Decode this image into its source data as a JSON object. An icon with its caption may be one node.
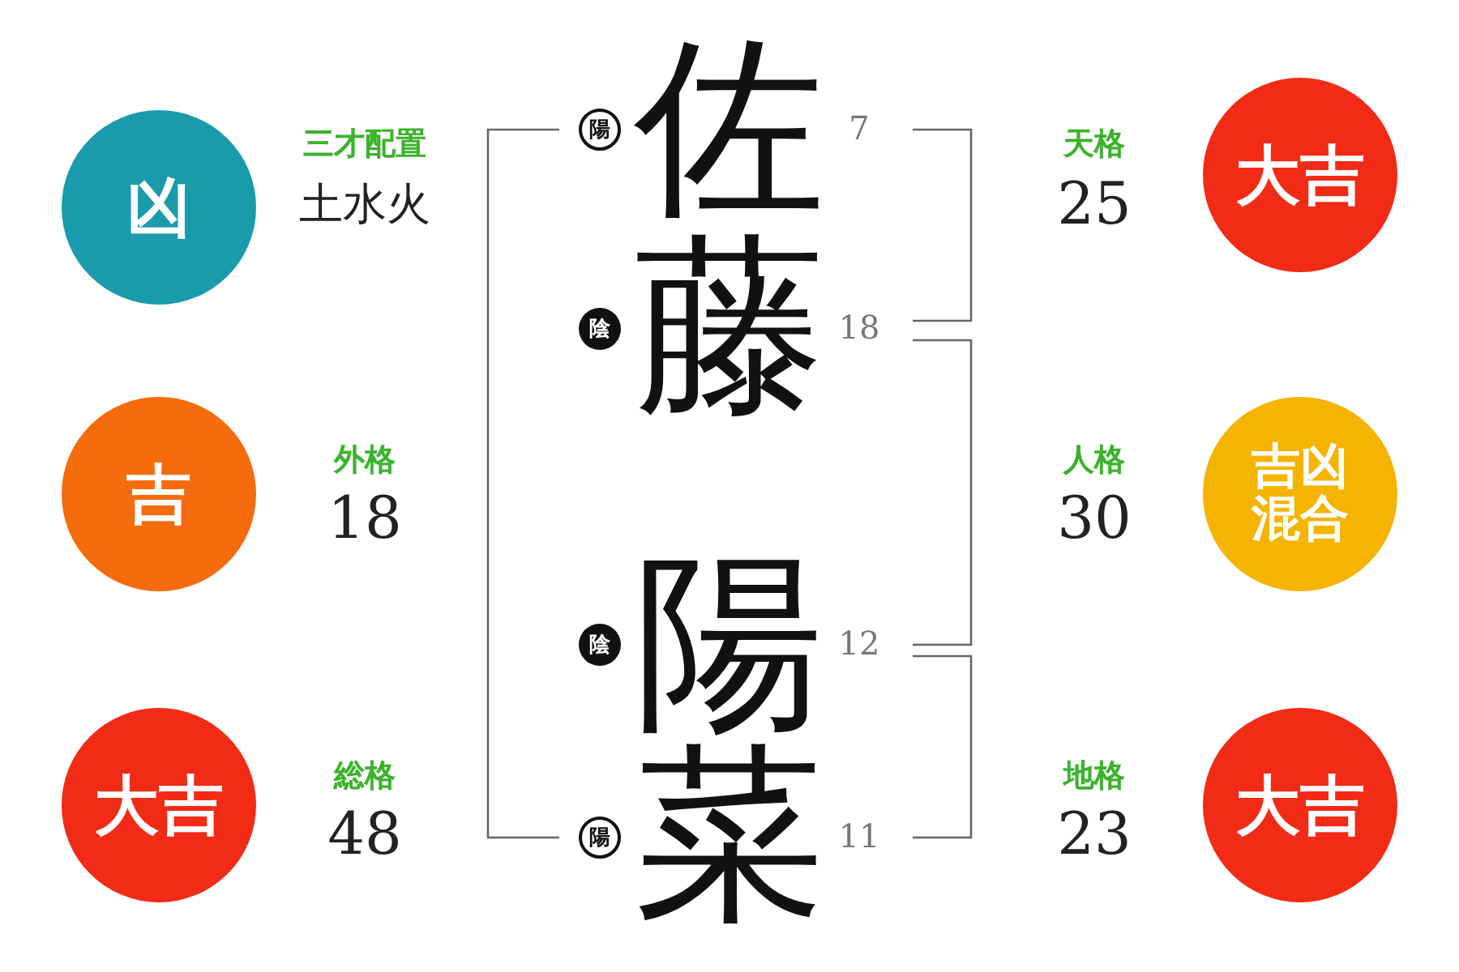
{
  "diagram": {
    "nodes": [
      {
        "text": [
          "凶"
        ],
        "beside": [
          "三才配置",
          "土水火"
        ]
      },
      {
        "text": [
          "吉"
        ],
        "beside": [
          "外格",
          "18"
        ]
      },
      {
        "text": [
          "大吉"
        ],
        "beside": [
          "総格",
          "48"
        ]
      },
      {
        "text": [
          "陽"
        ]
      },
      {
        "text": [
          "陰"
        ]
      },
      {
        "text": [
          "陰"
        ]
      },
      {
        "text": [
          "陽"
        ]
      },
      {
        "text": [
          "大吉"
        ],
        "beside": [
          "天格",
          "25"
        ]
      },
      {
        "text": [
          "吉凶混合"
        ],
        "beside": [
          "人格",
          "30"
        ]
      },
      {
        "text": [
          "大吉"
        ],
        "beside": [
          "地格",
          "23"
        ]
      }
    ],
    "edges": [],
    "labels": [
      "佐",
      "7",
      "藤",
      "18",
      "陽",
      "12",
      "菜",
      "11"
    ]
  }
}
